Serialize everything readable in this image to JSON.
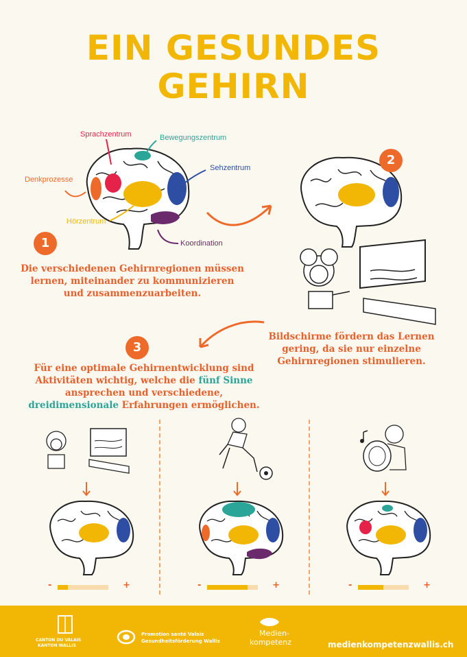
{
  "title": {
    "line1": "EIN GESUNDES",
    "line2": "GEHIRN"
  },
  "regions": {
    "sprachzentrum": "Sprachzentrum",
    "bewegungszentrum": "Bewegungszentrum",
    "sehzentrum": "Sehzentrum",
    "denkprozesse": "Denkprozesse",
    "hoerzentrum": "Hörzentrum",
    "koordination": "Koordination"
  },
  "steps": {
    "one": {
      "number": "1",
      "text": "Die verschiedenen Gehirnregionen müssen lernen, miteinander zu kommunizieren und zusammenzuarbeiten."
    },
    "two": {
      "number": "2",
      "text": "Bildschirme fördern das Lernen gering, da sie nur einzelne Gehirnregionen stimulieren."
    },
    "three": {
      "number": "3",
      "text_a": "Für eine optimale Gehirnentwicklung sind Aktivitäten wichtig, welche die",
      "text_b": "fünf Sinne",
      "text_c": "ansprechen und verschiedene,",
      "text_d": "dreidimensionale",
      "text_e": "Erfahrungen ermöglichen."
    }
  },
  "activities": [
    {
      "name": "screen",
      "level": 0.2
    },
    {
      "name": "football",
      "level": 0.8
    },
    {
      "name": "drum",
      "level": 0.5
    }
  ],
  "scale": {
    "minus": "-",
    "plus": "+"
  },
  "colors": {
    "yellow": "#f2b705",
    "orange": "#e8612c",
    "red": "#e5234a",
    "teal": "#2aa597",
    "blue": "#2e4ea3",
    "purple": "#6b2a6b",
    "denk": "#ee6a2b"
  },
  "footer": {
    "canton_line1": "CANTON DU VALAIS",
    "canton_line2": "KANTON WALLIS",
    "promotion_line1": "Promotion santé Valais",
    "promotion_line2": "Gesundheitsförderung Wallis",
    "mk_line1": "Medien-",
    "mk_line2": "kompetenz",
    "url": "medienkompetenzwallis.ch"
  }
}
